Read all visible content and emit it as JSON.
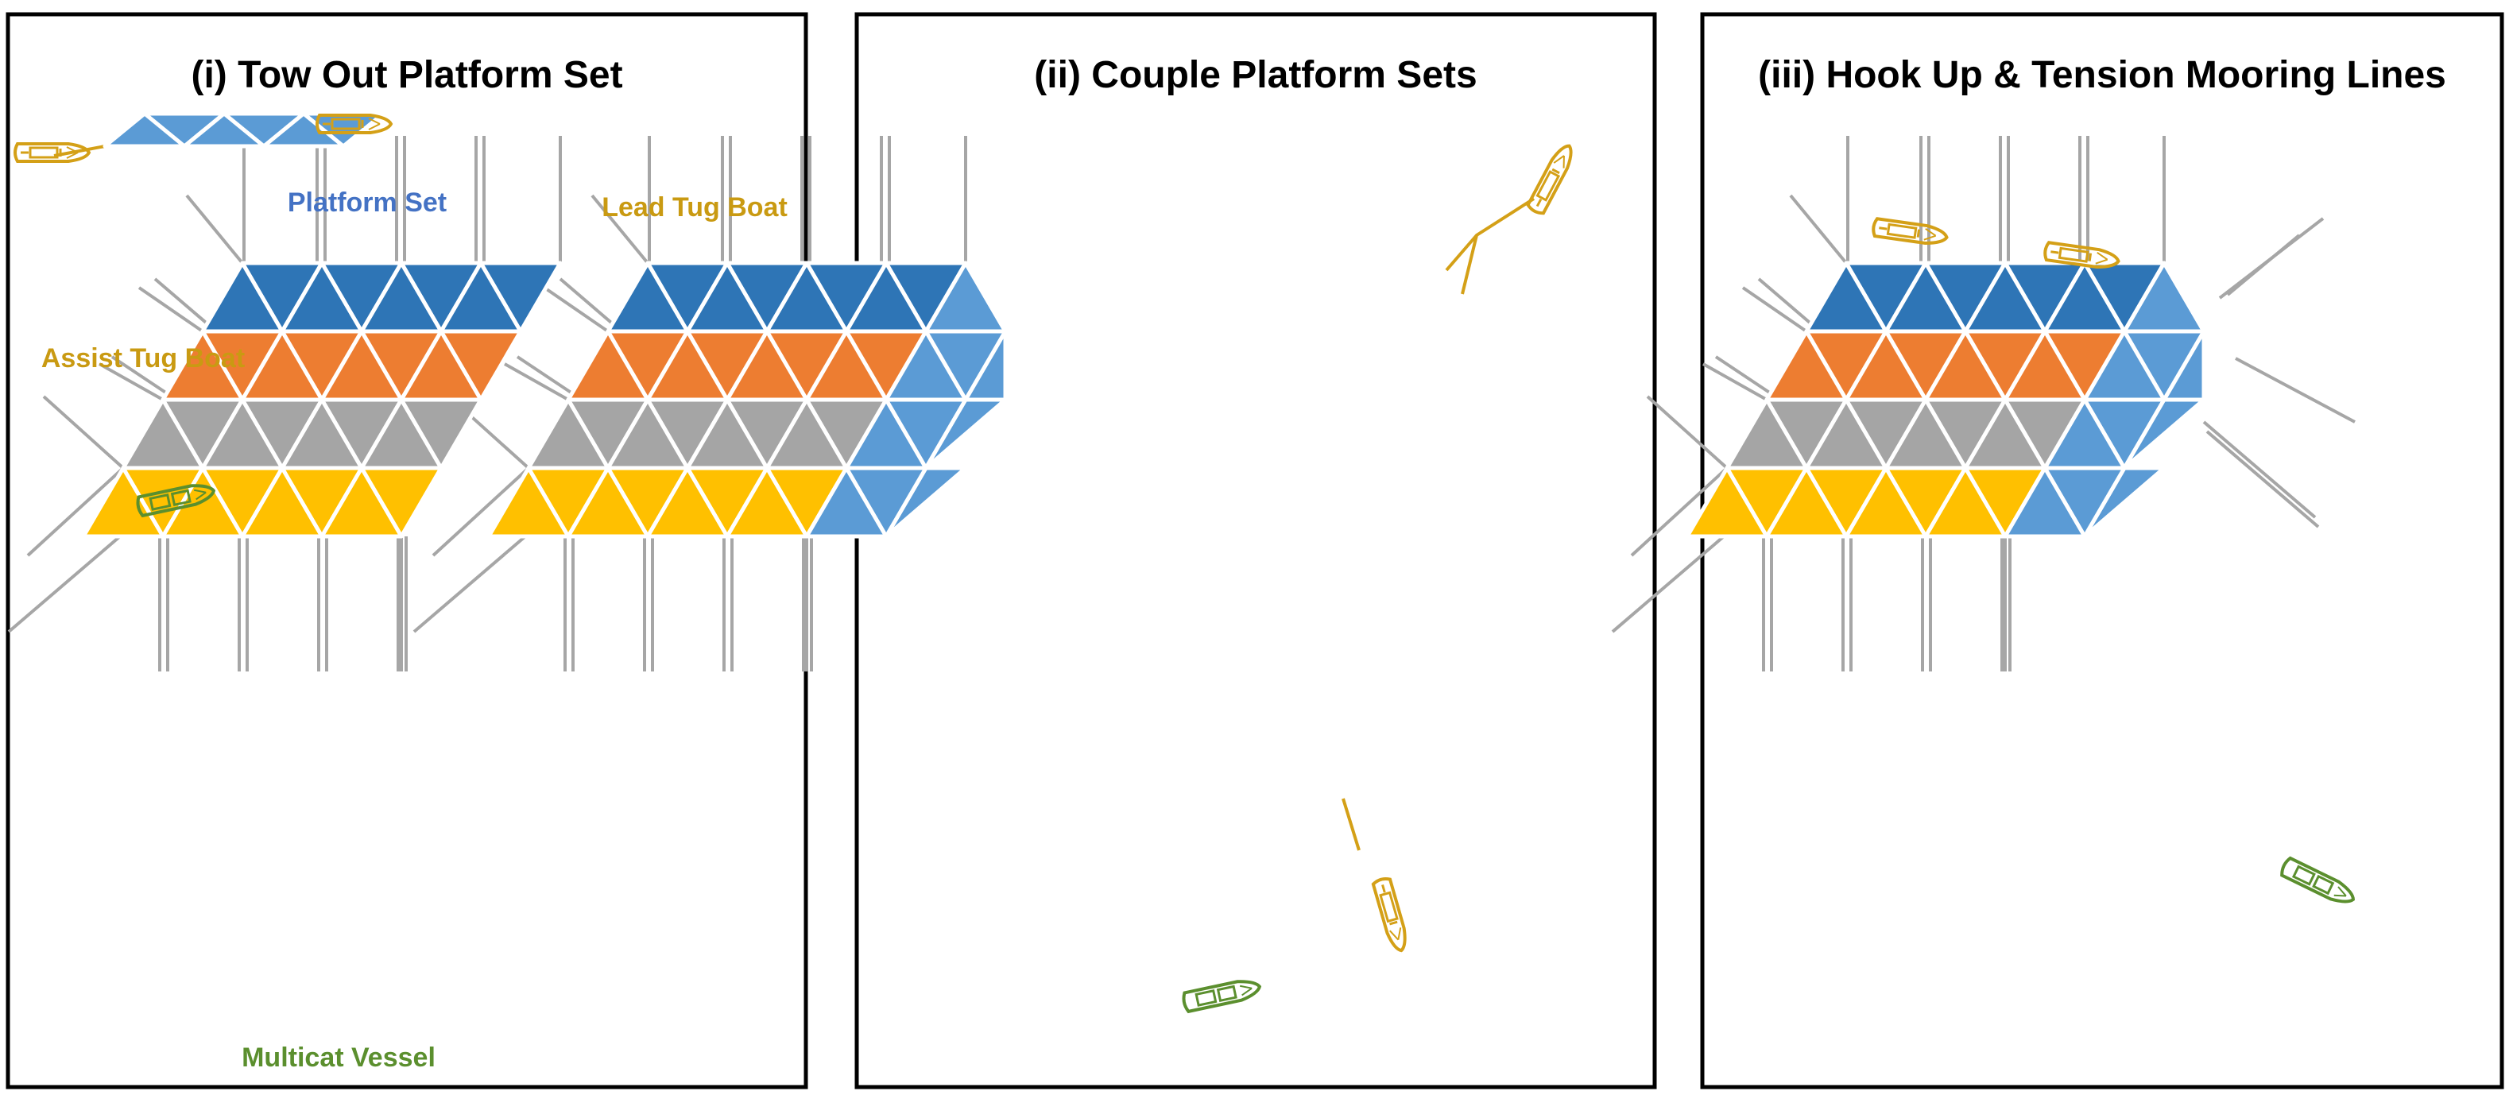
{
  "colors": {
    "background": "#ffffff",
    "frame": "#000000",
    "platform_set": "#5b9bd5",
    "row_dark_blue": "#2e75b6",
    "row_orange": "#ed7d31",
    "row_gray": "#a5a5a5",
    "row_yellow": "#ffc000",
    "tug": "#d4a017",
    "multicat": "#5b8f2e",
    "mooring_line": "#a6a6a6",
    "triangle_edge": "#ffffff"
  },
  "panels": [
    {
      "title": "(i) Tow Out Platform Set",
      "labels": {
        "platform_set": "Platform Set",
        "lead_tug": "Lead Tug Boat",
        "assist_tug": "Assist Tug Boat",
        "multicat": "Multicat Vessel"
      }
    },
    {
      "title": "(ii) Couple Platform Sets"
    },
    {
      "title": "(iii) Hook Up & Tension Mooring Lines"
    }
  ],
  "icons": {
    "tug": "tug-boat-icon",
    "multicat": "multicat-vessel-icon"
  }
}
